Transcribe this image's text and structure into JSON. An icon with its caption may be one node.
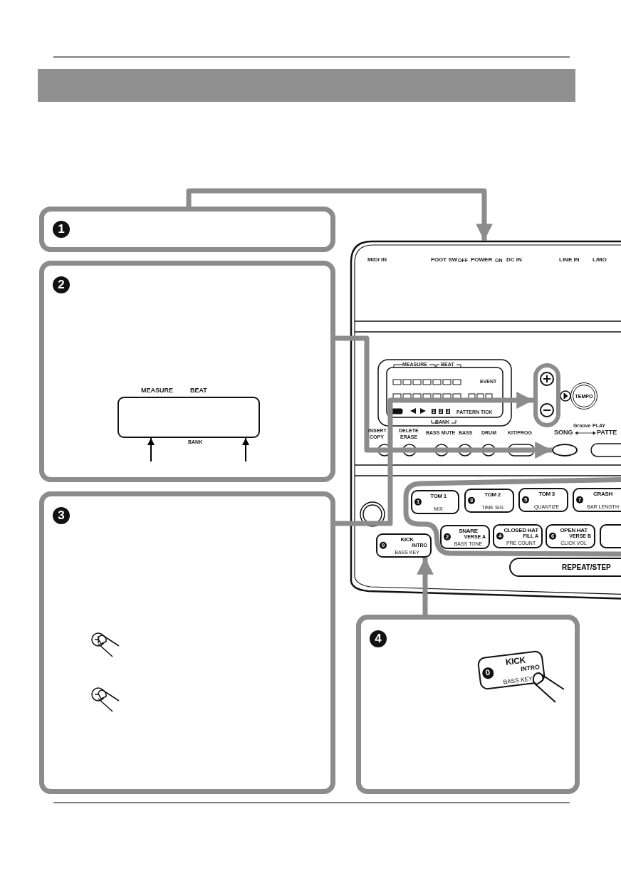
{
  "diagram": {
    "nodes": [
      {
        "text": [
          "1"
        ]
      },
      {
        "text": [
          "2"
        ]
      },
      {
        "text": [],
        "shape": "box",
        "in": 1,
        "beside": [
          "MEASURE",
          "BEAT",
          "BANK"
        ]
      },
      {
        "text": [
          "3"
        ]
      },
      {
        "text": [],
        "shape": "box"
      },
      {
        "text": [],
        "shape": "box",
        "in": 4
      },
      {
        "text": [
          "TEMPO"
        ],
        "in": 4
      },
      {
        "text": [],
        "shape": "box",
        "in": 4
      },
      {
        "text": [
          "1",
          "TOM 1",
          "MIX"
        ],
        "in": 4
      },
      {
        "text": [
          "3",
          "TOM 2",
          "TIME SIG"
        ],
        "in": 4
      },
      {
        "text": [
          "5",
          "TOM 3",
          "QUANTIZE"
        ],
        "in": 4
      },
      {
        "text": [
          "7",
          "CRASH",
          "BAR LENGTH"
        ],
        "in": 4
      },
      {
        "text": [
          "0",
          "KICK",
          "INTRO",
          "BASS KEY"
        ],
        "in": 4
      },
      {
        "text": [
          "2",
          "SNARE",
          "VERSE A",
          "BASS TONE"
        ],
        "in": 4
      },
      {
        "text": [
          "4",
          "CLOSED HAT",
          "FILL A",
          "PRE COUNT"
        ],
        "in": 4
      },
      {
        "text": [
          "6",
          "OPEN HAT",
          "VERSE B",
          "CLICK VOL"
        ],
        "in": 4
      },
      {
        "text": [],
        "shape": "box",
        "in": 4
      },
      {
        "text": [
          "REPEAT/STEP"
        ],
        "in": 4
      },
      {
        "text": [
          "4"
        ]
      },
      {
        "text": [
          "0",
          "KICK",
          "INTRO",
          "BASS KEY"
        ],
        "in": 18
      }
    ],
    "edges": [
      {
        "from": 0,
        "to": 4,
        "arrow": "to"
      },
      {
        "from": 1,
        "to": 7,
        "arrow": "to"
      },
      {
        "from": 3,
        "to": 5,
        "arrow": "to"
      },
      {
        "from": 18,
        "to": 12,
        "arrow": "to"
      },
      {
        "from": null,
        "to": 2,
        "arrow": "to",
        "color": "#000000"
      },
      {
        "from": null,
        "to": 2,
        "arrow": "to",
        "color": "#000000"
      }
    ],
    "labels": [
      "MIDI IN",
      "FOOT SW",
      "OFF",
      "POWER",
      "ON",
      "DC IN",
      "LINE IN",
      "L/MO",
      "MEASURE",
      "BEAT",
      "EVENT",
      "1",
      "2",
      "3",
      "PATTERN TICK",
      "BANK",
      "INSERT",
      "COPY",
      "DELETE",
      "ERASE",
      "BASS MUTE",
      "BASS",
      "DRUM",
      "KIT/PROG",
      "SONG",
      "Groove",
      "PLAY",
      "PATTE"
    ]
  }
}
